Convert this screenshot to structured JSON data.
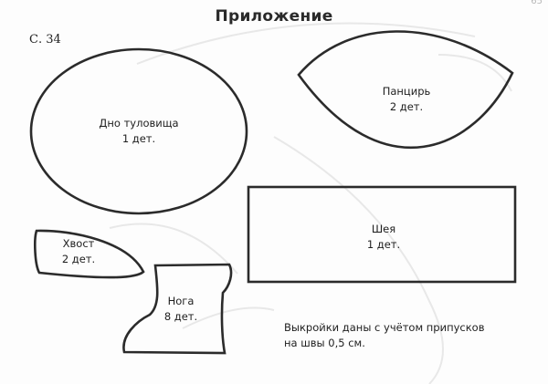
{
  "header": {
    "title": "Приложение",
    "page_ref": "С. 34",
    "corner_number": "65"
  },
  "pieces": {
    "body_bottom": {
      "name": "Дно туловища",
      "count": "1 дет."
    },
    "shell": {
      "name": "Панцирь",
      "count": "2 дет."
    },
    "neck": {
      "name": "Шея",
      "count": "1 дет."
    },
    "tail": {
      "name": "Хвост",
      "count": "2 дет."
    },
    "leg": {
      "name": "Нога",
      "count": "8 дет."
    }
  },
  "note": {
    "line1": "Выкройки даны с учётом припусков",
    "line2": "на швы 0,5 см."
  },
  "colors": {
    "outline": "#2b2b2b",
    "ghost": "#e6e6e6"
  }
}
